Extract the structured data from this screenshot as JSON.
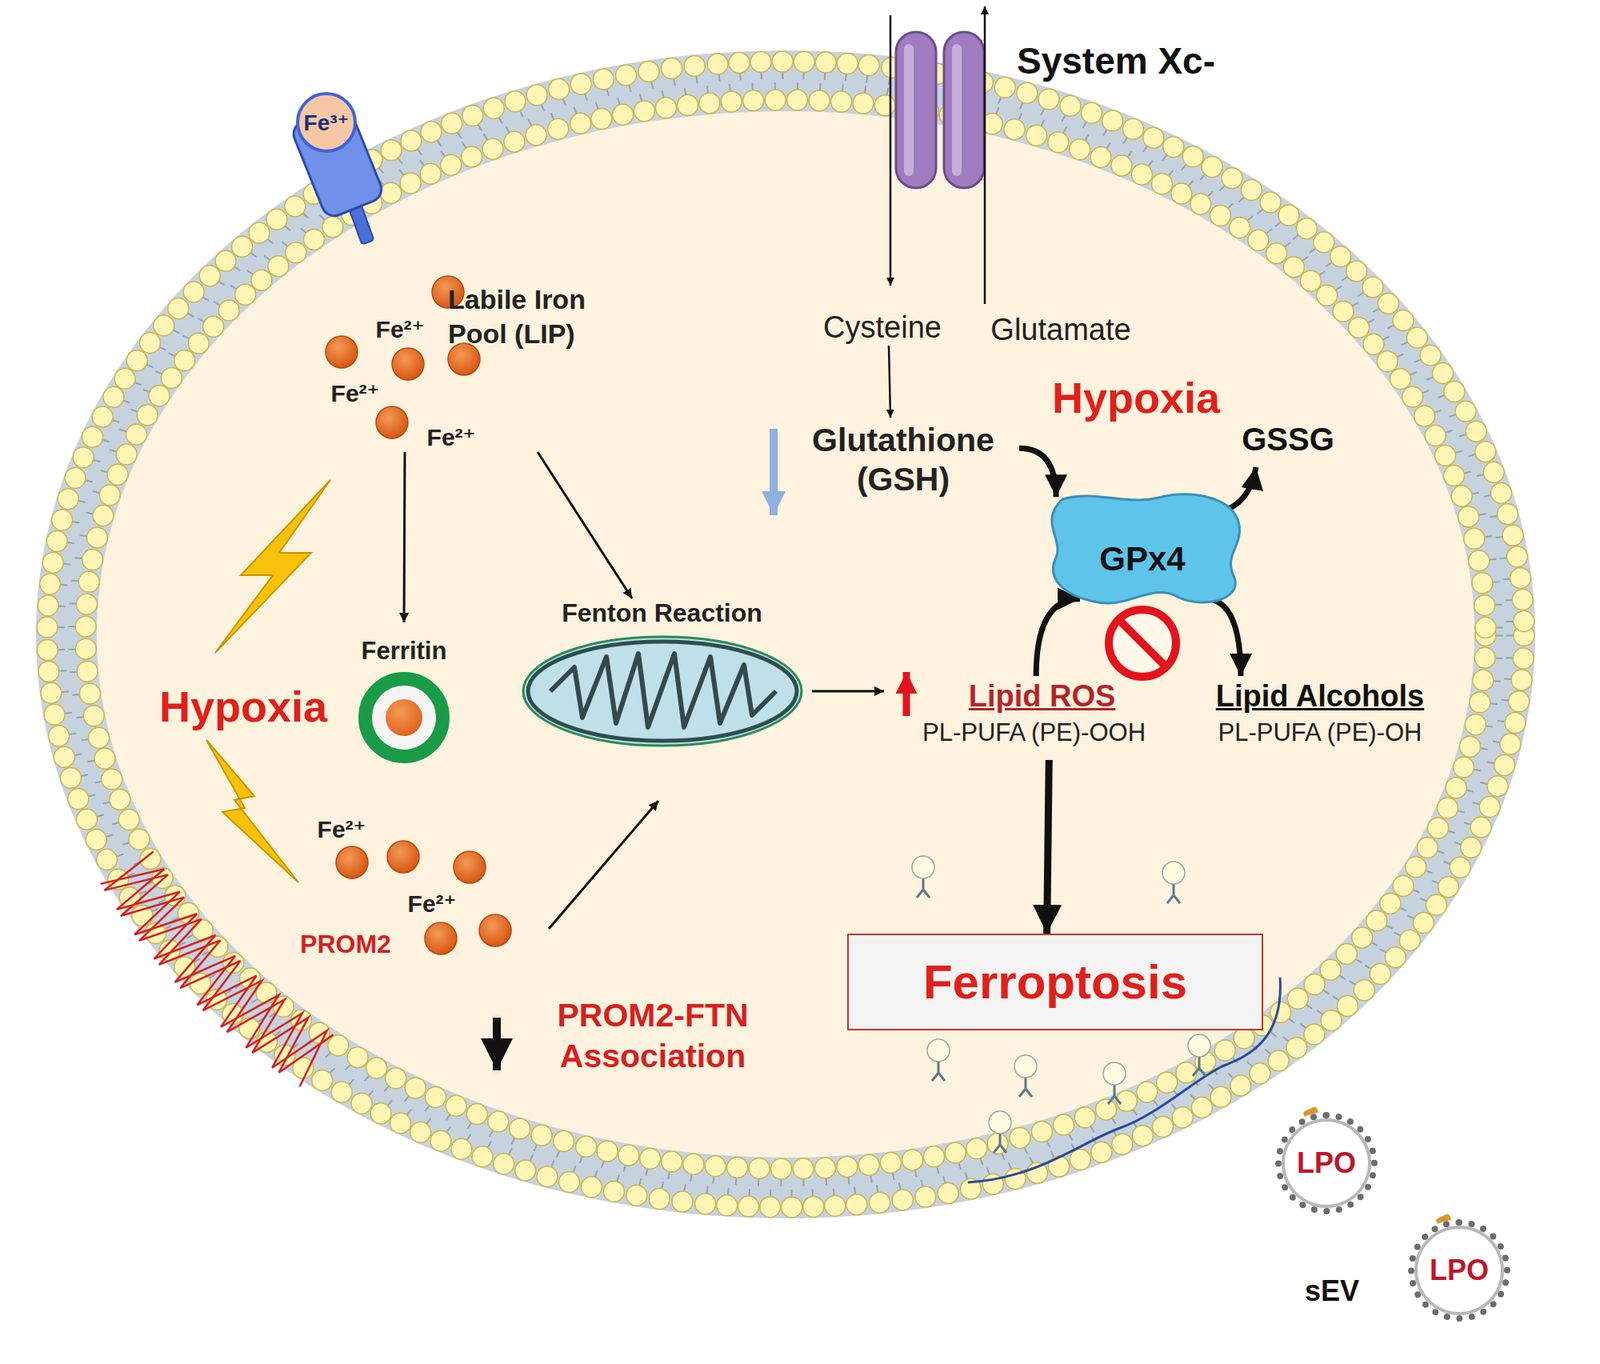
{
  "diagram": {
    "nodes": [
      {
        "text": [
          "Fe³⁺"
        ]
      },
      {
        "text": [
          "Labile Iron Pool (LIP)"
        ]
      },
      {
        "text": [
          "Ferritin"
        ]
      },
      {
        "text": [
          "Fenton Reaction"
        ]
      },
      {
        "text": [
          "Cysteine"
        ]
      },
      {
        "text": [
          "Glutathione (GSH)"
        ]
      },
      {
        "text": [
          "GPx4"
        ]
      },
      {
        "text": [
          "Lipid ROS",
          "PL-PUFA (PE)-OOH"
        ]
      },
      {
        "text": [
          "Lipid Alcohols",
          "PL-PUFA (PE)-OH"
        ]
      },
      {
        "text": [
          "Ferroptosis"
        ]
      },
      {
        "text": [
          "LPO"
        ]
      },
      {
        "text": [
          "LPO"
        ]
      }
    ],
    "edges": [
      {
        "from": 4,
        "to": 5,
        "arrow": "to"
      },
      {
        "from": 1,
        "to": 2,
        "arrow": "to"
      },
      {
        "from": 1,
        "to": 3,
        "arrow": "to"
      },
      {
        "from": 3,
        "to": 7,
        "arrow": "to"
      },
      {
        "from": 7,
        "to": 9,
        "arrow": "to"
      },
      {
        "from": 5,
        "to": 6,
        "arrow": "to"
      },
      {
        "from": 7,
        "to": 6,
        "arrow": "to"
      },
      {
        "from": 6,
        "to": 8,
        "arrow": "to"
      }
    ],
    "labels": [
      "System Xc-",
      "Glutamate",
      "Hypoxia",
      "GSSG",
      "Fe²⁺",
      "Fe²⁺",
      "Fe²⁺",
      "Hypoxia",
      "Fe²⁺",
      "Fe²⁺",
      "PROM2",
      "PROM2-FTN Association",
      "sEV"
    ]
  }
}
